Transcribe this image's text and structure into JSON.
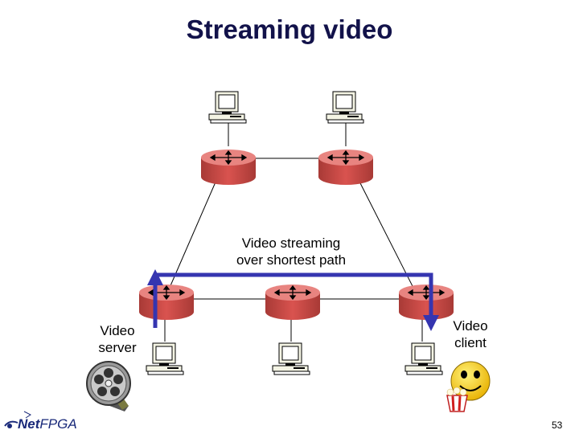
{
  "title": "Streaming video",
  "labels": {
    "path_line1": "Video streaming",
    "path_line2": "over shortest path",
    "server_line1": "Video",
    "server_line2": "server",
    "client_line1": "Video",
    "client_line2": "client"
  },
  "logo": {
    "prefix": "Net",
    "suffix": "FPGA"
  },
  "page_number": "53",
  "colors": {
    "router": "#d9534f",
    "router_top": "#e88480",
    "arrow": "#3535b0",
    "text_title": "#12124a"
  },
  "icons": [
    "router-icon",
    "computer-icon",
    "film-reel-icon",
    "popcorn-smiley-icon",
    "netfpga-logo-icon"
  ]
}
